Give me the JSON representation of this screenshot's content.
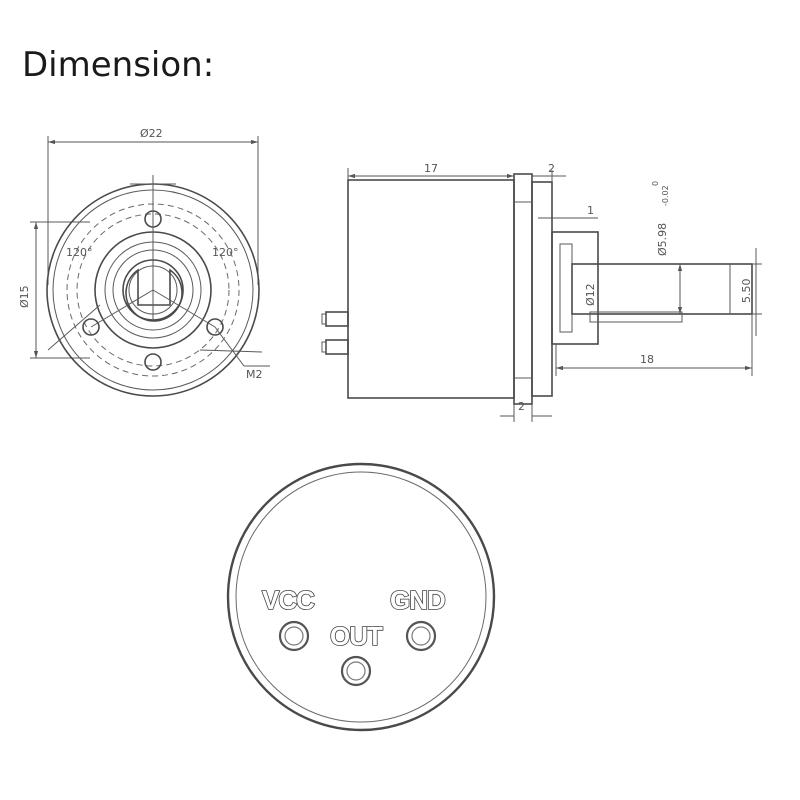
{
  "heading": "Dimension:",
  "front_view": {
    "diameter": "Ø22",
    "diameter_bolt": "Ø15",
    "angle_left": "120°",
    "angle_right": "120°",
    "thread": "M2"
  },
  "side_view": {
    "body_length": "17",
    "flange": "2",
    "step": "1",
    "shaft_tol": "Ø5.98",
    "tol_upper": "0",
    "tol_lower": "-0.02",
    "boss_dia": "Ø12",
    "flat": "5.50",
    "shaft_length": "18",
    "flange_bottom": "2"
  },
  "pinout": {
    "vcc": "VCC",
    "gnd": "GND",
    "out": "OUT"
  }
}
